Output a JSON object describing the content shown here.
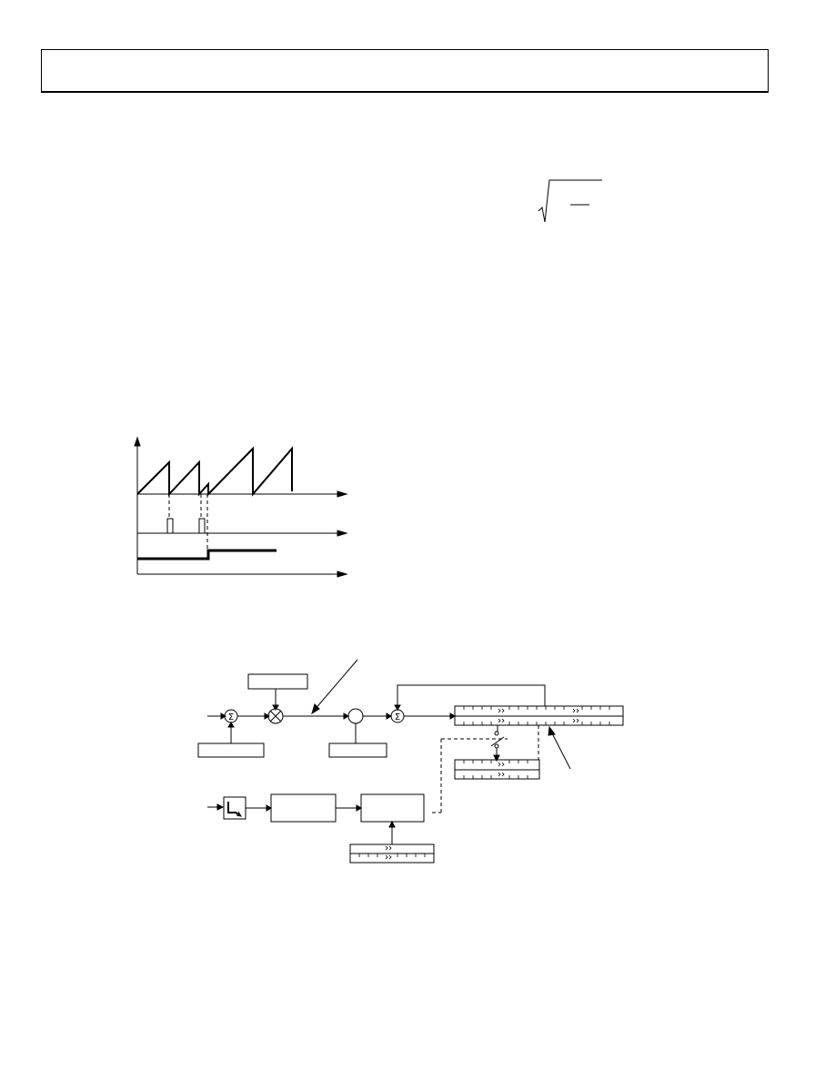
{
  "page": {
    "colors": {
      "ink": "#000000",
      "paper": "#ffffff"
    }
  },
  "formula": {
    "symbol": "square-root-with-fraction"
  },
  "timing_diagram": {
    "traces": [
      "sawtooth-waveform",
      "reset-pulse-train",
      "step-level"
    ]
  },
  "block_diagram": {
    "blocks": [
      "summing-junction",
      "multiplier",
      "node-circle",
      "accumulator-sum",
      "shift-register",
      "low-pass-filter-icon",
      "function-block",
      "function-block"
    ],
    "symbols": {
      "sum": "Σ",
      "multiply": "⊗"
    }
  }
}
